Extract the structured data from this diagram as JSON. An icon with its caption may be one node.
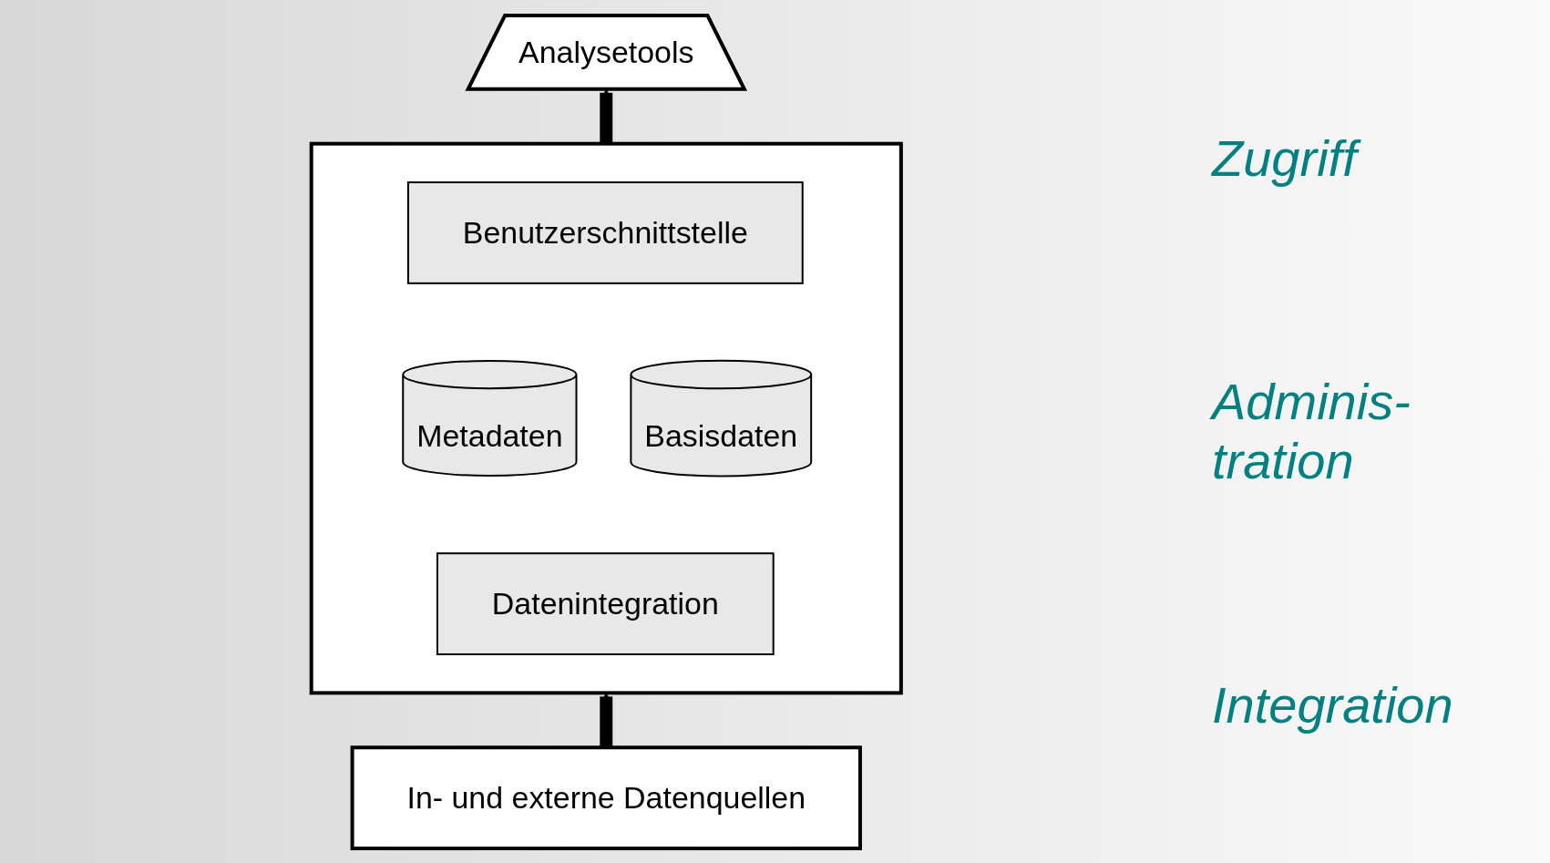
{
  "diagram": {
    "nodes": [
      {
        "text": [
          "Analysetools"
        ]
      },
      {
        "text": [],
        "shape": "box"
      },
      {
        "text": [
          "Benutzerschnittstelle"
        ],
        "in": 1
      },
      {
        "text": [
          "Metadaten"
        ],
        "in": 1
      },
      {
        "text": [
          "Basisdaten"
        ],
        "in": 1
      },
      {
        "text": [
          "Datenintegration"
        ],
        "in": 1
      },
      {
        "text": [
          "In- und externe Datenquellen"
        ]
      }
    ],
    "edges": [
      {
        "from": 6,
        "to": 1,
        "arrow": "to"
      },
      {
        "from": 1,
        "to": 0,
        "arrow": "to"
      }
    ],
    "labels": [
      "Zugriff",
      "Adminis- tration",
      "Integration"
    ]
  }
}
